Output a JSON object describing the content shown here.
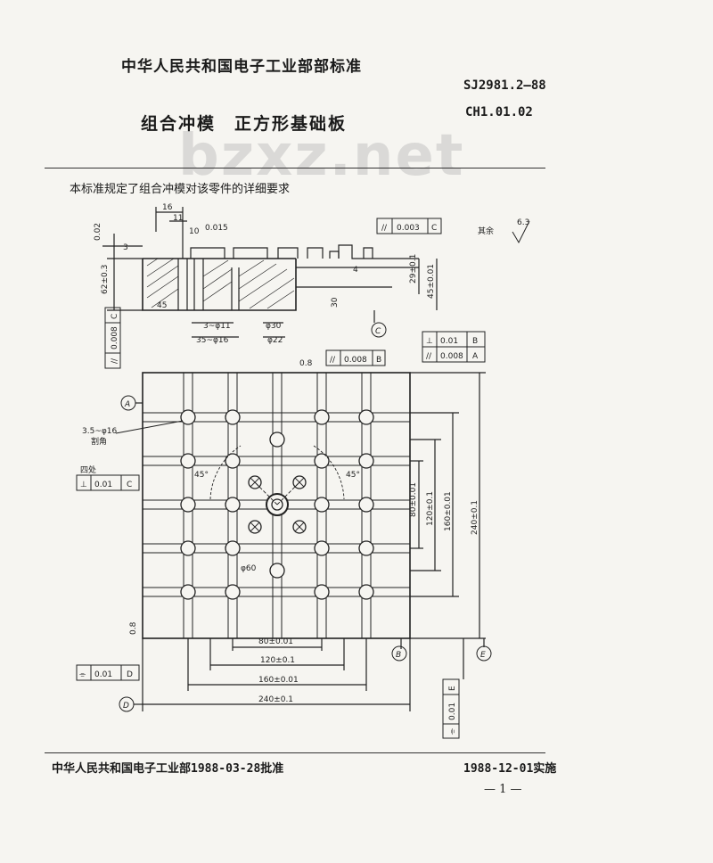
{
  "header": {
    "org": "中华人民共和国电子工业部部标准",
    "standard_no": "SJ2981.2—88",
    "code": "CH1.01.02",
    "title": "组合冲模　正方形基础板"
  },
  "watermark": "bzxz.net",
  "intro": "本标准规定了组合冲模对该零件的详细要求",
  "drawing": {
    "roughness": "其余",
    "roughness_value": "6.3",
    "dims": {
      "d16": "16",
      "d11": "11",
      "d10": "10",
      "m0015": "0.015",
      "m002": "0.02",
      "d3": "3",
      "d62": "62±0.3",
      "d45": "45",
      "d3f11": "3~φ11",
      "d35f16": "35~φ16",
      "f30": "φ30",
      "f22": "φ22",
      "d30": "30",
      "d4": "4",
      "d29": "29±0.1",
      "d45b": "45±0.01",
      "d35f16b": "3.5~φ16",
      "blind": "割角",
      "spot": "四处",
      "f60": "φ60",
      "deg45": "45°",
      "v80": "80±0.01",
      "v120": "120±0.1",
      "v160": "160±0.01",
      "v240": "240±0.1",
      "h80": "80±0.01",
      "h120": "120±0.1",
      "h160": "160±0.01",
      "h240": "240±0.1",
      "ra": "0.8",
      "ra2": "0.8"
    },
    "tol": {
      "par_top_sym": "//",
      "par_top_val": "0.003",
      "par_top_ref": "C",
      "par_left_sym": "//",
      "par_left_val": "0.008",
      "par_left_ref": "C",
      "par_mid_sym": "//",
      "par_mid_val": "0.008",
      "par_mid_ref": "B",
      "perp_right_sym": "⊥",
      "perp_right_val": "0.01",
      "perp_right_ref": "B",
      "par_right_sym": "//",
      "par_right_val": "0.008",
      "par_right_ref": "A",
      "perp_left_sym": "⊥",
      "perp_left_val": "0.01",
      "perp_left_ref": "C",
      "sym_bottom_sym": "⌯",
      "sym_bottom_val": "0.01",
      "sym_bottom_ref": "D",
      "sym_right_sym": "⌯",
      "sym_right_val": "0.01",
      "sym_right_ref": "E"
    },
    "datums": {
      "A": "A",
      "B": "B",
      "C": "C",
      "D": "D",
      "E": "E"
    }
  },
  "footer": {
    "approval": "中华人民共和国电子工业部1988-03-28批准",
    "effective": "1988-12-01实施",
    "page": "— 1 —"
  }
}
